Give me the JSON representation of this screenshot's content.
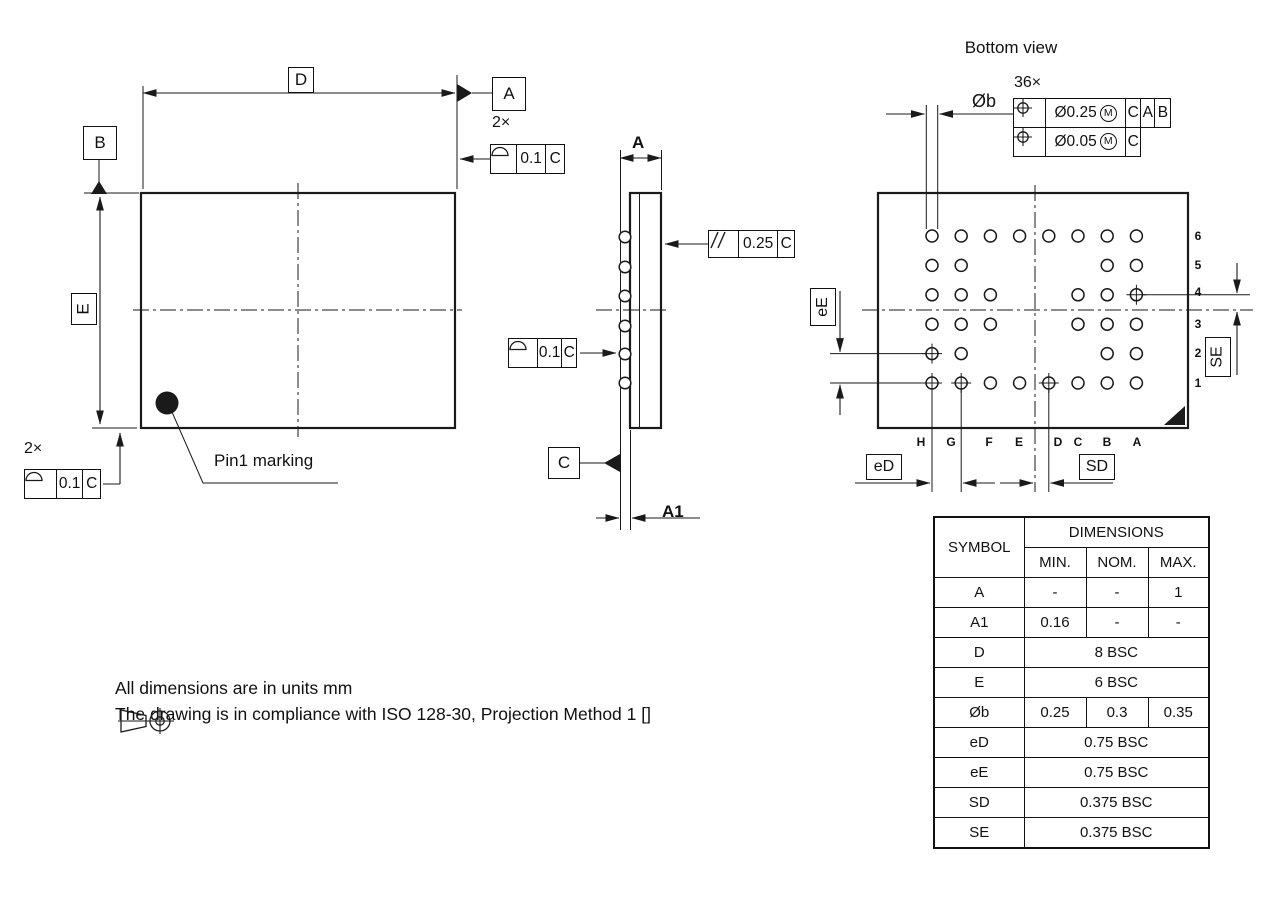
{
  "title": "Bottom view",
  "plan_view": {
    "dim_d_label": "D",
    "dim_e_label": "E",
    "datum_a": "A",
    "datum_b": "B",
    "count_top": "2×",
    "count_bottom": "2×",
    "fcf_top": {
      "tolerance": "0.1",
      "datum": "C"
    },
    "fcf_bottom": {
      "tolerance": "0.1",
      "datum": "C"
    },
    "pin1_label": "Pin1 marking"
  },
  "side_view": {
    "dim_a_label": "A",
    "dim_a1_label": "A1",
    "datum_c": "C",
    "fcf_parallelism": {
      "tolerance": "0.25",
      "datum": "C"
    },
    "fcf_profile": {
      "tolerance": "0.1",
      "datum": "C"
    }
  },
  "bottom_view": {
    "ball_count": "36×",
    "dia_label": "Øb",
    "fcf_position_1": {
      "tolerance": "Ø0.25",
      "modifier": "M",
      "datum_1": "C",
      "datum_2": "A",
      "datum_3": "B"
    },
    "fcf_position_2": {
      "tolerance": "Ø0.05",
      "modifier": "M",
      "datum_1": "C"
    },
    "row_labels": [
      "6",
      "5",
      "4",
      "3",
      "2",
      "1"
    ],
    "col_labels": [
      "H",
      "G",
      "F",
      "E",
      "D",
      "C",
      "B",
      "A"
    ],
    "dim_ed_label": "eD",
    "dim_sd_label": "SD",
    "dim_ee_label": "eE",
    "dim_se_label": "SE",
    "balls": [
      {
        "row": "6",
        "cols": [
          "H",
          "G",
          "F",
          "E",
          "D",
          "C",
          "B",
          "A"
        ],
        "cross": []
      },
      {
        "row": "5",
        "cols": [
          "H",
          "G",
          "B",
          "A"
        ],
        "cross": []
      },
      {
        "row": "4",
        "cols": [
          "H",
          "G",
          "F",
          "C",
          "B",
          "A"
        ],
        "cross": [
          "A"
        ]
      },
      {
        "row": "3",
        "cols": [
          "H",
          "G",
          "F",
          "C",
          "B",
          "A"
        ],
        "cross": []
      },
      {
        "row": "2",
        "cols": [
          "H",
          "G",
          "B",
          "A"
        ],
        "cross": [
          "H"
        ]
      },
      {
        "row": "1",
        "cols": [
          "H",
          "G",
          "F",
          "E",
          "D",
          "C",
          "B",
          "A"
        ],
        "cross": [
          "H",
          "G",
          "D"
        ]
      }
    ]
  },
  "icons": {
    "profile_symbol": "profile-of-a-surface",
    "parallelism_symbol": "parallelism",
    "position_symbol": "true-position",
    "modifier_m": "maximum-material-condition",
    "datum_triangle": "datum-feature-triangle",
    "projection_symbol": "first-angle-projection"
  },
  "table": {
    "header": {
      "symbol": "SYMBOL",
      "dimensions": "DIMENSIONS",
      "min": "MIN.",
      "nom": "NOM.",
      "max": "MAX."
    },
    "rows": [
      {
        "symbol": "A",
        "min": "-",
        "nom": "-",
        "max": "1"
      },
      {
        "symbol": "A1",
        "min": "0.16",
        "nom": "-",
        "max": "-"
      },
      {
        "symbol": "D",
        "span": "8 BSC"
      },
      {
        "symbol": "E",
        "span": "6 BSC"
      },
      {
        "symbol": "Øb",
        "min": "0.25",
        "nom": "0.3",
        "max": "0.35"
      },
      {
        "symbol": "eD",
        "span": "0.75 BSC"
      },
      {
        "symbol": "eE",
        "span": "0.75 BSC"
      },
      {
        "symbol": "SD",
        "span": "0.375 BSC"
      },
      {
        "symbol": "SE",
        "span": "0.375 BSC"
      }
    ]
  },
  "notes": {
    "line1": "All dimensions are in units mm",
    "line2_prefix": "The drawing is in compliance with ISO 128-30, Projection Method 1 [",
    "line2_suffix": "]"
  }
}
